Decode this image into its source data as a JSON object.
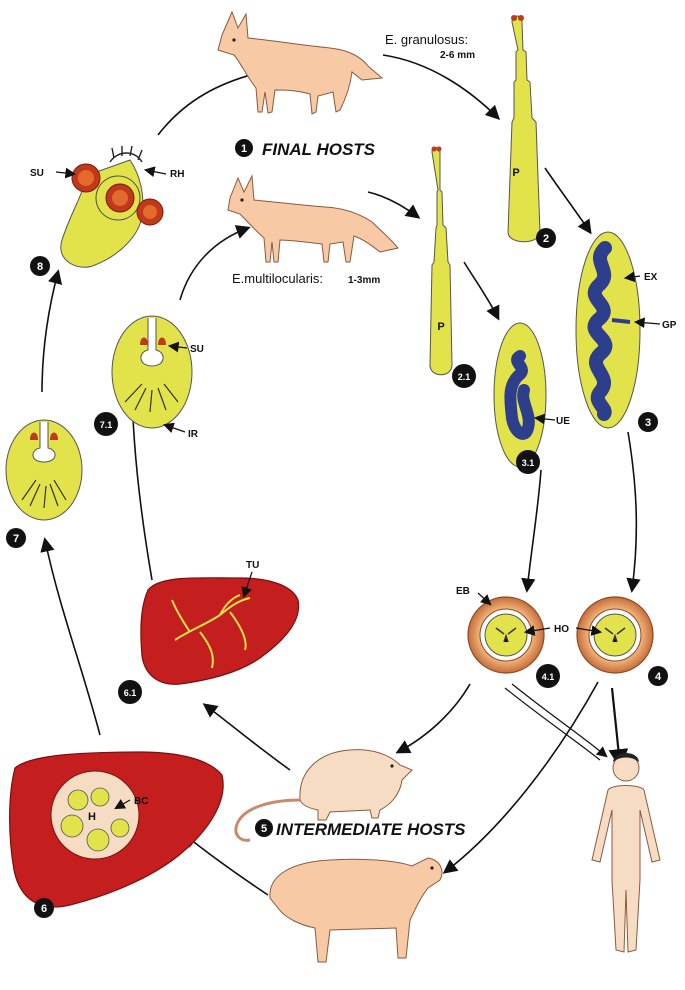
{
  "titles": {
    "final_hosts": "FINAL HOSTS",
    "intermediate_hosts": "INTERMEDIATE HOSTS"
  },
  "species": {
    "granulosus_name": "E. granulosus:",
    "granulosus_size": "2-6 mm",
    "multilocularis_name": "E.multilocularis:",
    "multilocularis_size": "1-3mm"
  },
  "stage_numbers": {
    "s1": "1",
    "s2": "2",
    "s2_1": "2.1",
    "s3": "3",
    "s3_1": "3.1",
    "s4": "4",
    "s4_1": "4.1",
    "s5": "5",
    "s6": "6",
    "s6_1": "6.1",
    "s7": "7",
    "s7_1": "7.1",
    "s8": "8"
  },
  "labels": {
    "su": "SU",
    "rh": "RH",
    "p": "P",
    "ex": "EX",
    "gp": "GP",
    "ue": "UE",
    "ir": "IR",
    "tu": "TU",
    "eb": "EB",
    "ho": "HO",
    "h": "H",
    "bc": "BC"
  },
  "colors": {
    "worm_yellow": "#e2e24a",
    "liver_red": "#c41e1e",
    "animal_skin": "#f7c9a4",
    "uterus_blue": "#2c3e8c",
    "egg_shell": "#d9894e",
    "sucker_red": "#c0391b"
  }
}
